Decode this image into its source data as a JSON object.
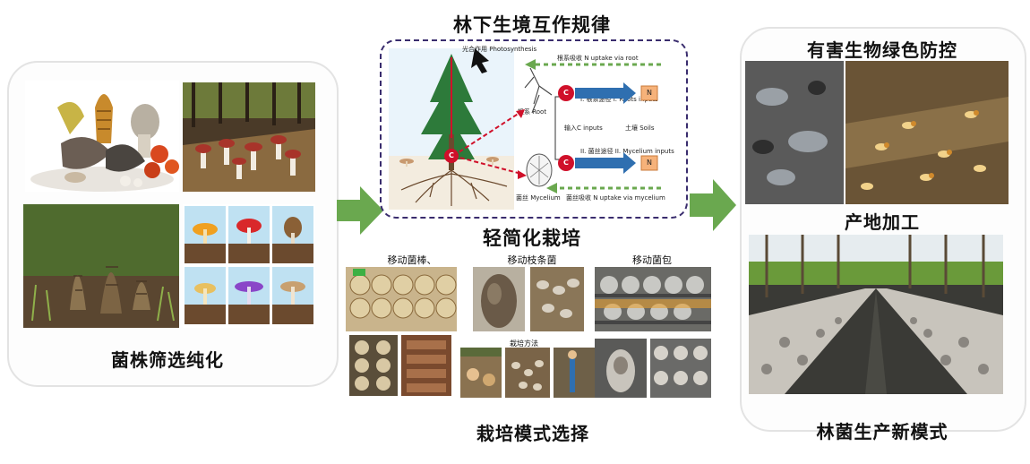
{
  "titles": {
    "forest_interaction": "林下生境互作规律",
    "strain_screening": "菌株筛选纯化",
    "simplified_cultivation": "轻简化栽培",
    "cultivation_mode": "栽培模式选择",
    "pest_control": "有害生物绿色防控",
    "processing": "产地加工",
    "new_mode": "林菌生产新模式"
  },
  "cultivation_labels": {
    "mobile_stick": "移动菌棒、",
    "mobile_branch": "移动枝条菌",
    "mobile_bag": "移动菌包",
    "method": "栽培方法"
  },
  "diagram": {
    "photosynthesis": "光合作用  Photosynthesis",
    "root_uptake": "根系吸收 N uptake via root",
    "root": "根系 Root",
    "roots_inputs": "I. 根系途径 I. Roots inputs",
    "c_inputs": "输入C inputs",
    "soils": "土壤  Soils",
    "mycelium_path": "II. 菌丝途径 II. Mycelium inputs",
    "mycelium": "菌丝 Mycelium",
    "mycelium_uptake": "菌丝吸收 N uptake via mycelium",
    "c_symbol": "C",
    "n_symbol": "N"
  },
  "colors": {
    "arrow_green": "#6aa84f",
    "c_red": "#d0102a",
    "n_orange": "#f6b27a",
    "arrow_blue": "#2f6fb0",
    "frame_purple": "#3a2d6e"
  }
}
